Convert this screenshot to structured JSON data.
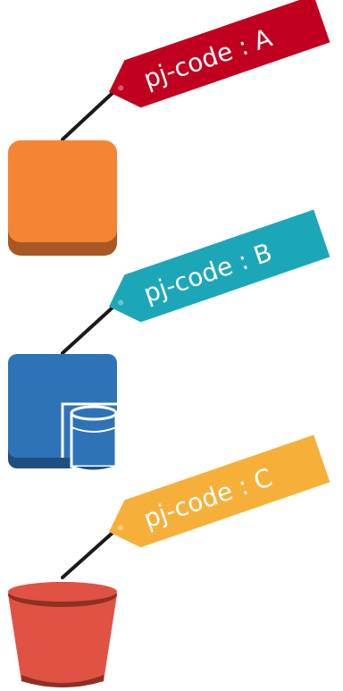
{
  "resources": [
    {
      "tag_label": "pj-code : A",
      "tag_color": "#c1001f",
      "icon": "orange-rounded-square-icon",
      "icon_color": "#f58534",
      "icon_shadow_color": "#a85824"
    },
    {
      "tag_label": "pj-code : B",
      "tag_color": "#1ca7b8",
      "icon": "blue-database-instance-icon",
      "icon_color": "#2e73b8",
      "icon_shadow_color": "#1f4f80"
    },
    {
      "tag_label": "pj-code : C",
      "tag_color": "#f6b03a",
      "icon": "red-bucket-icon",
      "icon_color": "#e05243",
      "icon_shadow_color": "#8c3123"
    }
  ],
  "connector_color": "#1a1a1a"
}
